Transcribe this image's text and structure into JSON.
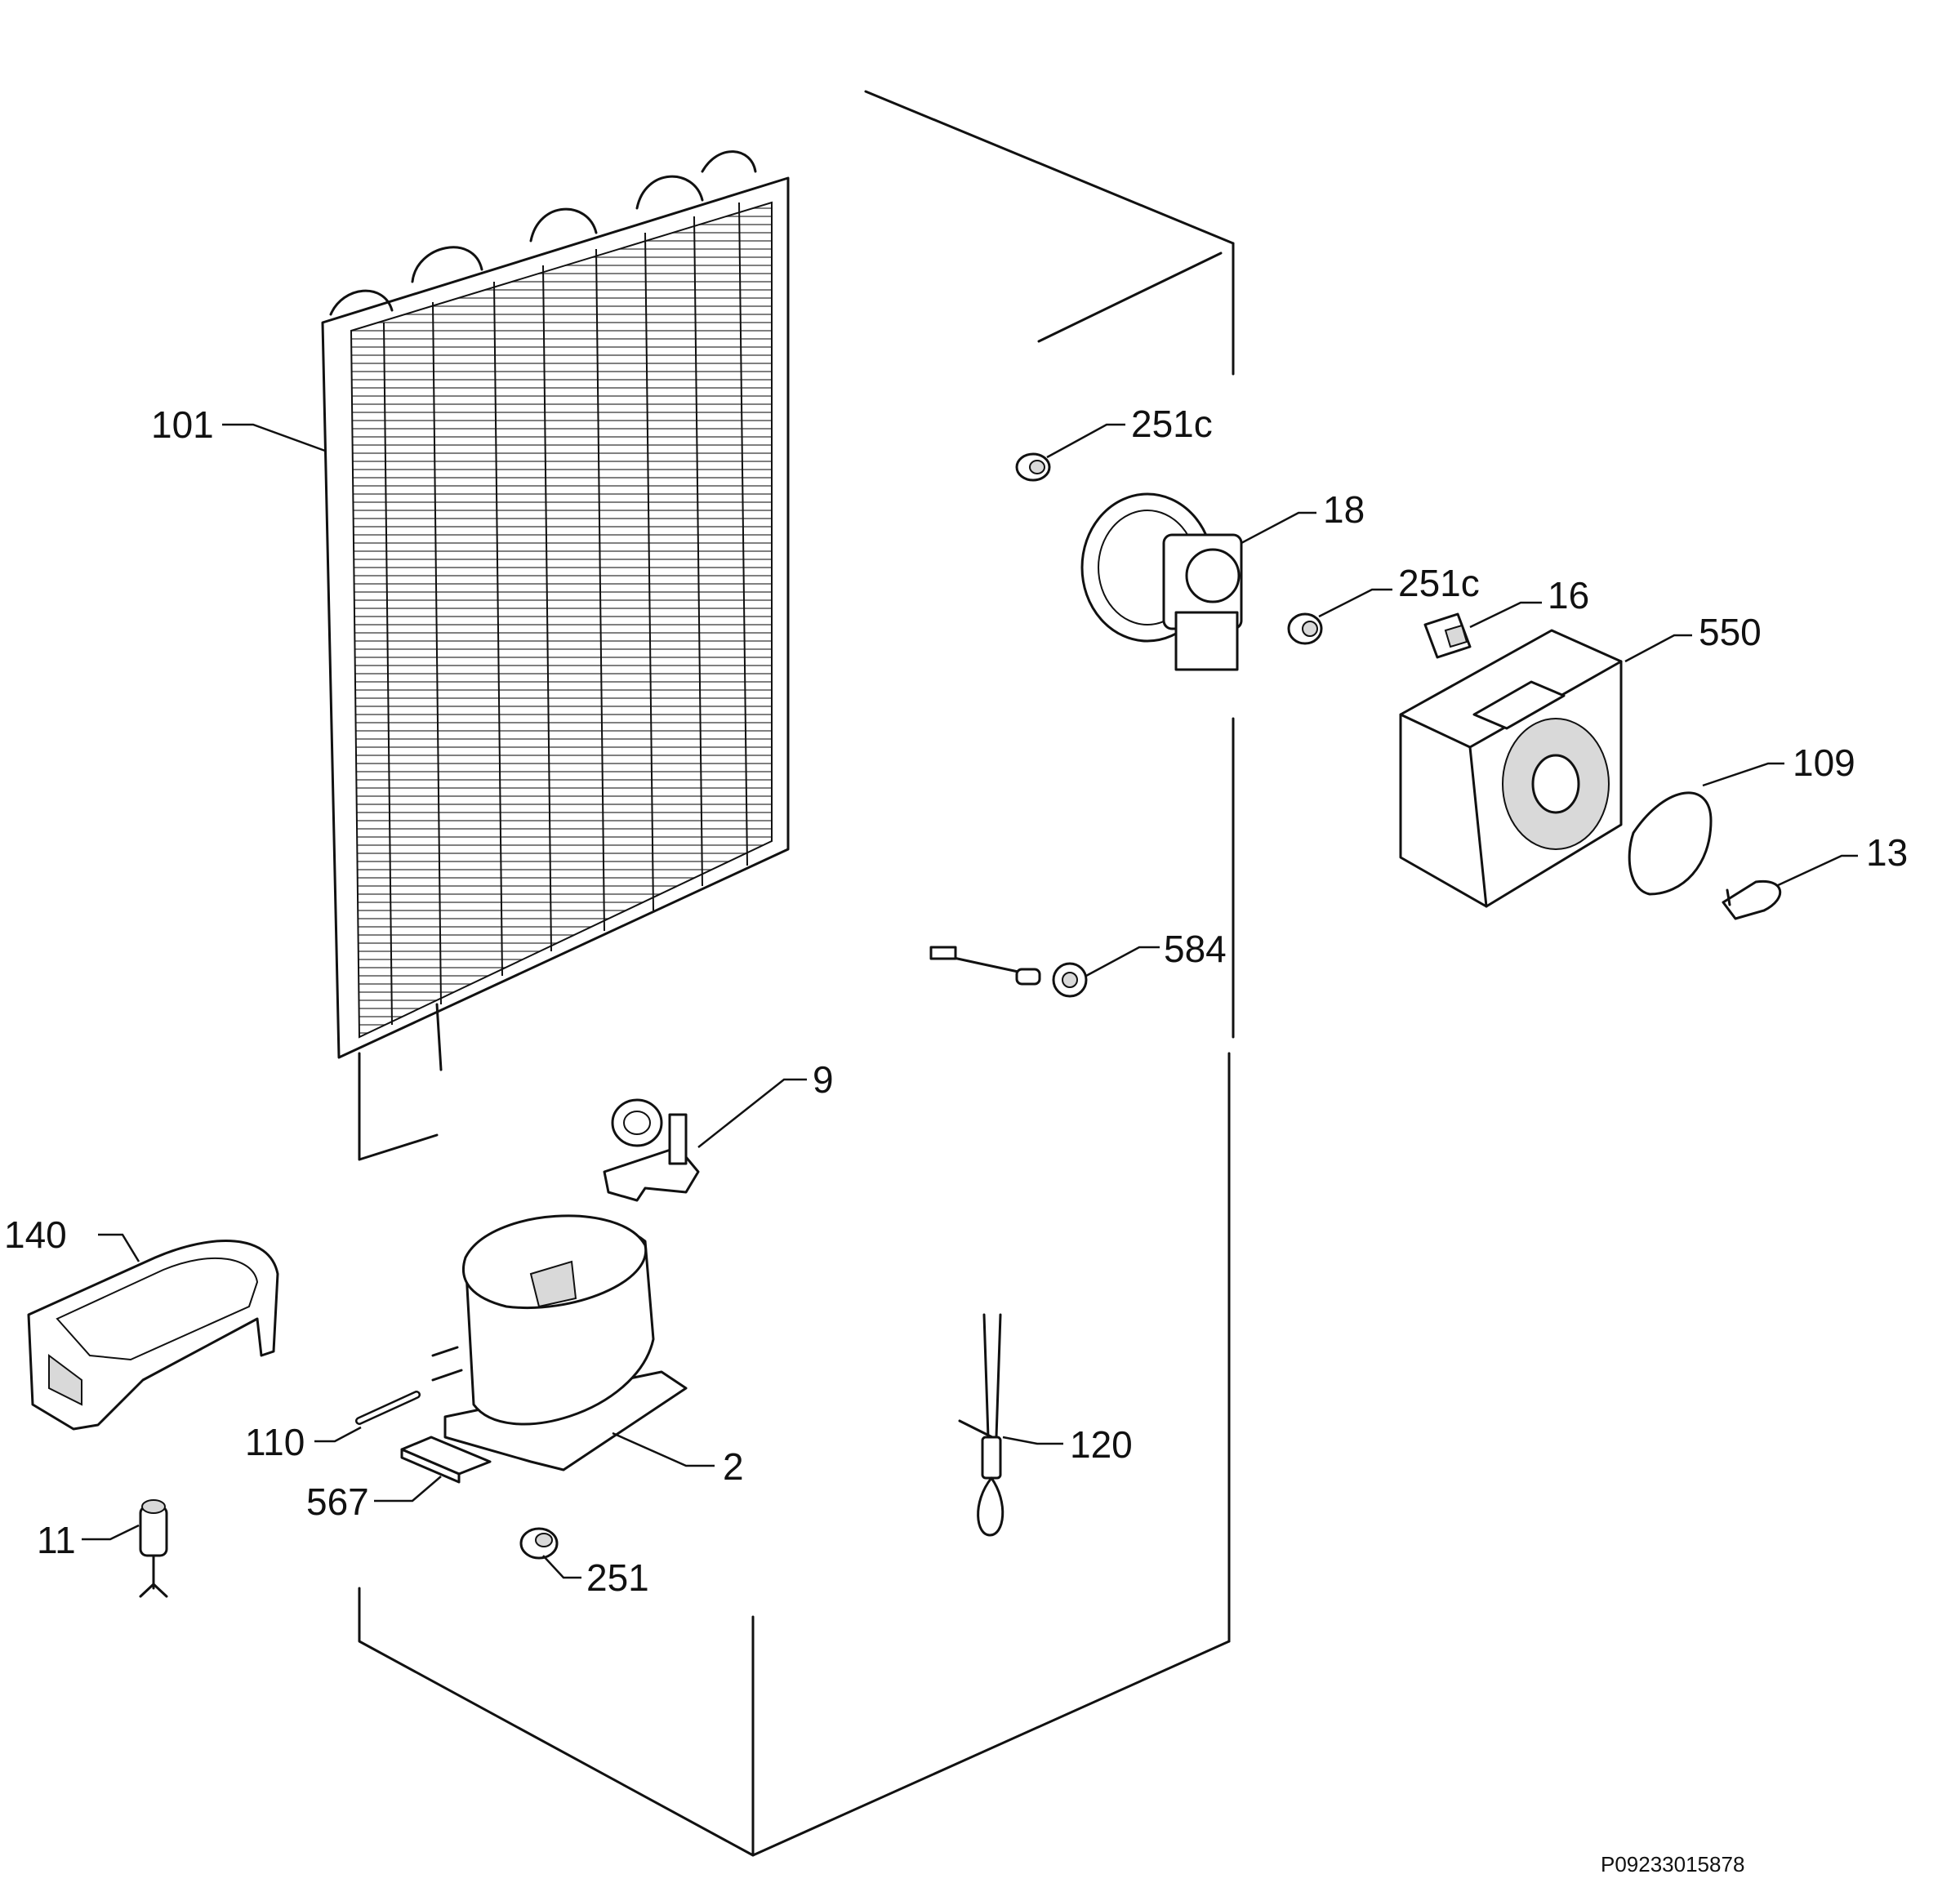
{
  "labels": {
    "p101": "101",
    "p251c_a": "251c",
    "p18": "18",
    "p251c_b": "251c",
    "p16": "16",
    "p550": "550",
    "p109": "109",
    "p13": "13",
    "p584": "584",
    "p9": "9",
    "p140": "140",
    "p110": "110",
    "p2": "2",
    "p567": "567",
    "p120": "120",
    "p11": "11",
    "p251": "251"
  },
  "drawing_code": "P09233015878"
}
